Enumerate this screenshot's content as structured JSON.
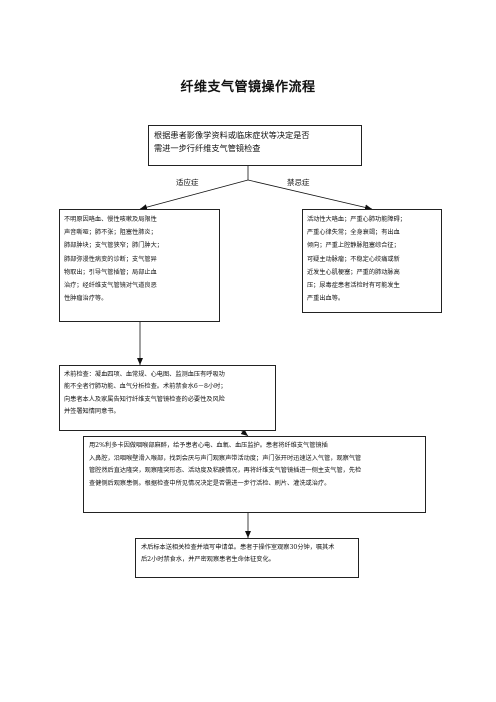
{
  "title": "纤维支气管镜操作流程",
  "boxes": {
    "start": "根据患者影像学资料或临床症状等决定是否\n需进一步行纤维支气管镜检查",
    "indications": "不明原因咯血、慢性咳嗽及局限性\n声音嘶哑；肺不张；阻塞性肺炎；\n肺部肿块；支气管狭窄；肺门肿大；\n肺部弥漫性病变的诊断；支气管异\n物取出；引导气管插管；局部止血\n治疗；经纤维支气管镜对气道良恶\n性肿瘤治疗等。",
    "contraindications": "活动性大咯血；严重心肺功能障碍；\n严重心律失常；全身衰竭；有出血\n倾向；严重上腔静脉阻塞综合征；\n可疑主动脉瘤；不稳定心绞痛或新\n近发生心肌梗塞；严重的肺动脉高\n压；尿毒症患者活检时有可能发生\n严重出血等。",
    "preop": "术前检查：凝血四项、血常规、心电图、监测血压有呼吸功\n能不全者行肺功能、血气分析检查。术前禁食水6－8小时；\n向患者本人及家属告知行纤维支气管镜检查的必要性及风险\n并签署知情同意书。",
    "procedure": "用2%利多卡因做咽喉部麻醉，给予患者心电、血氧、血压监护。患者将纤维支气管镜插\n入鼻腔，沿咽喉壁滑入喉部，找到会厌与声门观察声带活动度；声门张开时迅速送入气管，观察气管\n管腔然后直达隆突，观察隆突形态、活动度及粘膜情况，再将纤维支气管镜插进一侧主支气管，先检\n查健侧后观察患侧。根据检查中所见情况决定是否需进一步行活检、刷片、灌洗或治疗。",
    "postop": "术后标本送相关检查并填写申请单。患者于操作室观察30分钟，嘱其术\n后2小时禁食水，并严密观察患者生命体征变化。"
  },
  "branch_labels": {
    "left": "适应症",
    "right": "禁忌症"
  }
}
